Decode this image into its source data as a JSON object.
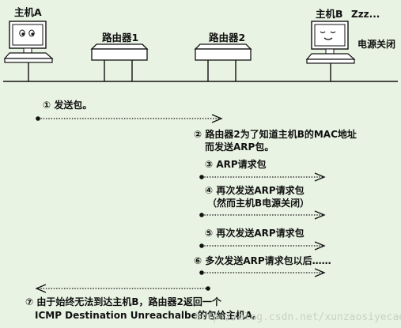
{
  "labels": {
    "host_a": "主机A",
    "router1": "路由器1",
    "router2": "路由器2",
    "host_b": "主机B",
    "zzz": "Zzz...",
    "power_off": "电源关闭"
  },
  "steps": {
    "s1": "① 发送包。",
    "s2_line1": "② 路由器2为了知道主机B的MAC地址",
    "s2_line2": "而发送ARP包。",
    "s3": "③ ARP请求包",
    "s4_line1": "④ 再次发送ARP请求包",
    "s4_line2": "（然而主机B电源关闭）",
    "s5": "⑤ 再次发送ARP请求包",
    "s6": "⑥ 多次发送ARP请求包以后……",
    "s7_line1": "⑦ 由于始终无法到达主机B，路由器2返回一个",
    "s7_line2": "ICMP Destination Unreachalbe的包给主机A。"
  },
  "watermark": "http://blog.csdn.net/xunzaosiyecao"
}
